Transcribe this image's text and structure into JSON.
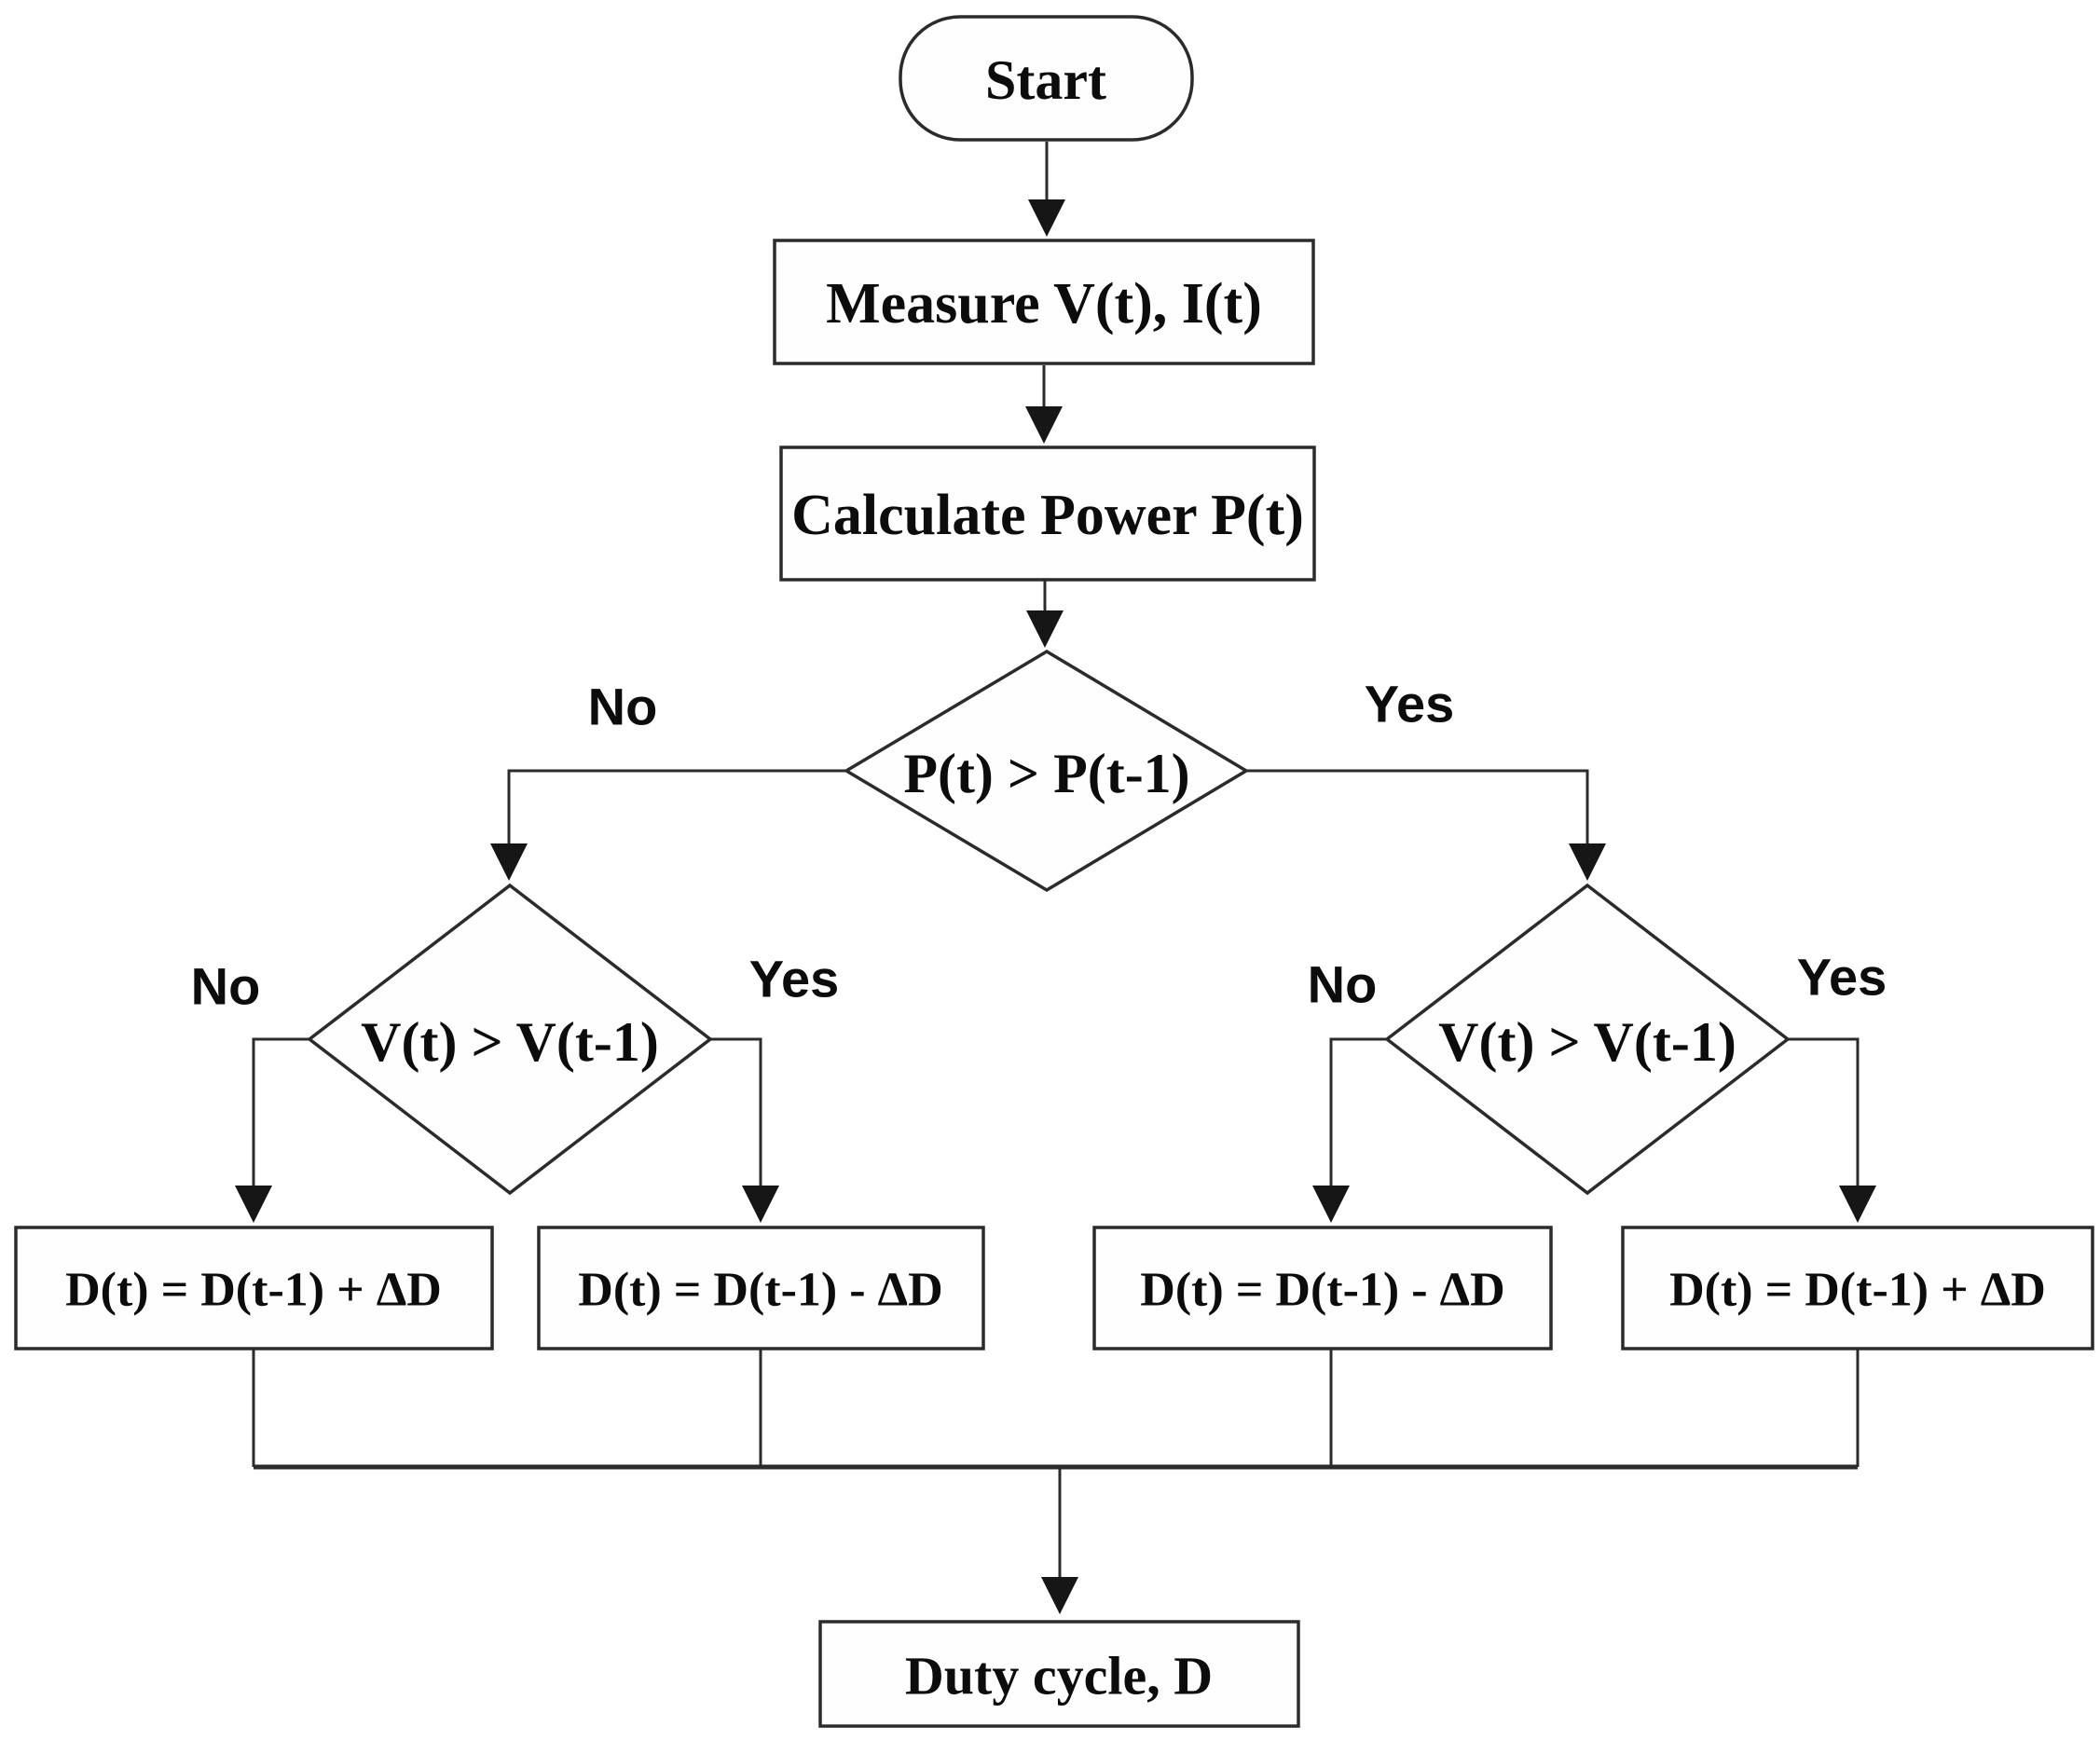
{
  "diagram_type": "flowchart",
  "nodes": {
    "start": {
      "type": "terminator",
      "label": "Start"
    },
    "measure": {
      "type": "process",
      "label": "Measure V(t), I(t)"
    },
    "calculate": {
      "type": "process",
      "label": "Calculate Power P(t)"
    },
    "power_decision": {
      "type": "decision",
      "label": "P(t) > P(t-1)"
    },
    "voltage_decision_left": {
      "type": "decision",
      "label": "V(t) > V(t-1)"
    },
    "voltage_decision_right": {
      "type": "decision",
      "label": "V(t) > V(t-1)"
    },
    "duty_inc_left": {
      "type": "process",
      "label": "D(t) = D(t-1) + ΔD"
    },
    "duty_dec_left": {
      "type": "process",
      "label": "D(t) = D(t-1) - ΔD"
    },
    "duty_dec_right": {
      "type": "process",
      "label": "D(t) = D(t-1) - ΔD"
    },
    "duty_inc_right": {
      "type": "process",
      "label": "D(t) = D(t-1) + ΔD"
    },
    "duty_cycle": {
      "type": "process",
      "label": "Duty cycle, D"
    }
  },
  "edges": [
    {
      "from": "start",
      "to": "measure"
    },
    {
      "from": "measure",
      "to": "calculate"
    },
    {
      "from": "calculate",
      "to": "power_decision"
    },
    {
      "from": "power_decision",
      "to": "voltage_decision_left",
      "label": "No"
    },
    {
      "from": "power_decision",
      "to": "voltage_decision_right",
      "label": "Yes"
    },
    {
      "from": "voltage_decision_left",
      "to": "duty_inc_left",
      "label": "No"
    },
    {
      "from": "voltage_decision_left",
      "to": "duty_dec_left",
      "label": "Yes"
    },
    {
      "from": "voltage_decision_right",
      "to": "duty_dec_right",
      "label": "No"
    },
    {
      "from": "voltage_decision_right",
      "to": "duty_inc_right",
      "label": "Yes"
    },
    {
      "from": "duty_inc_left",
      "to": "duty_cycle"
    },
    {
      "from": "duty_dec_left",
      "to": "duty_cycle"
    },
    {
      "from": "duty_dec_right",
      "to": "duty_cycle"
    },
    {
      "from": "duty_inc_right",
      "to": "duty_cycle"
    }
  ],
  "colors": {
    "line": "#2b2b2b",
    "node_fill": "#fefefe",
    "text": "#0c0c0c",
    "background": "#ffffff"
  }
}
